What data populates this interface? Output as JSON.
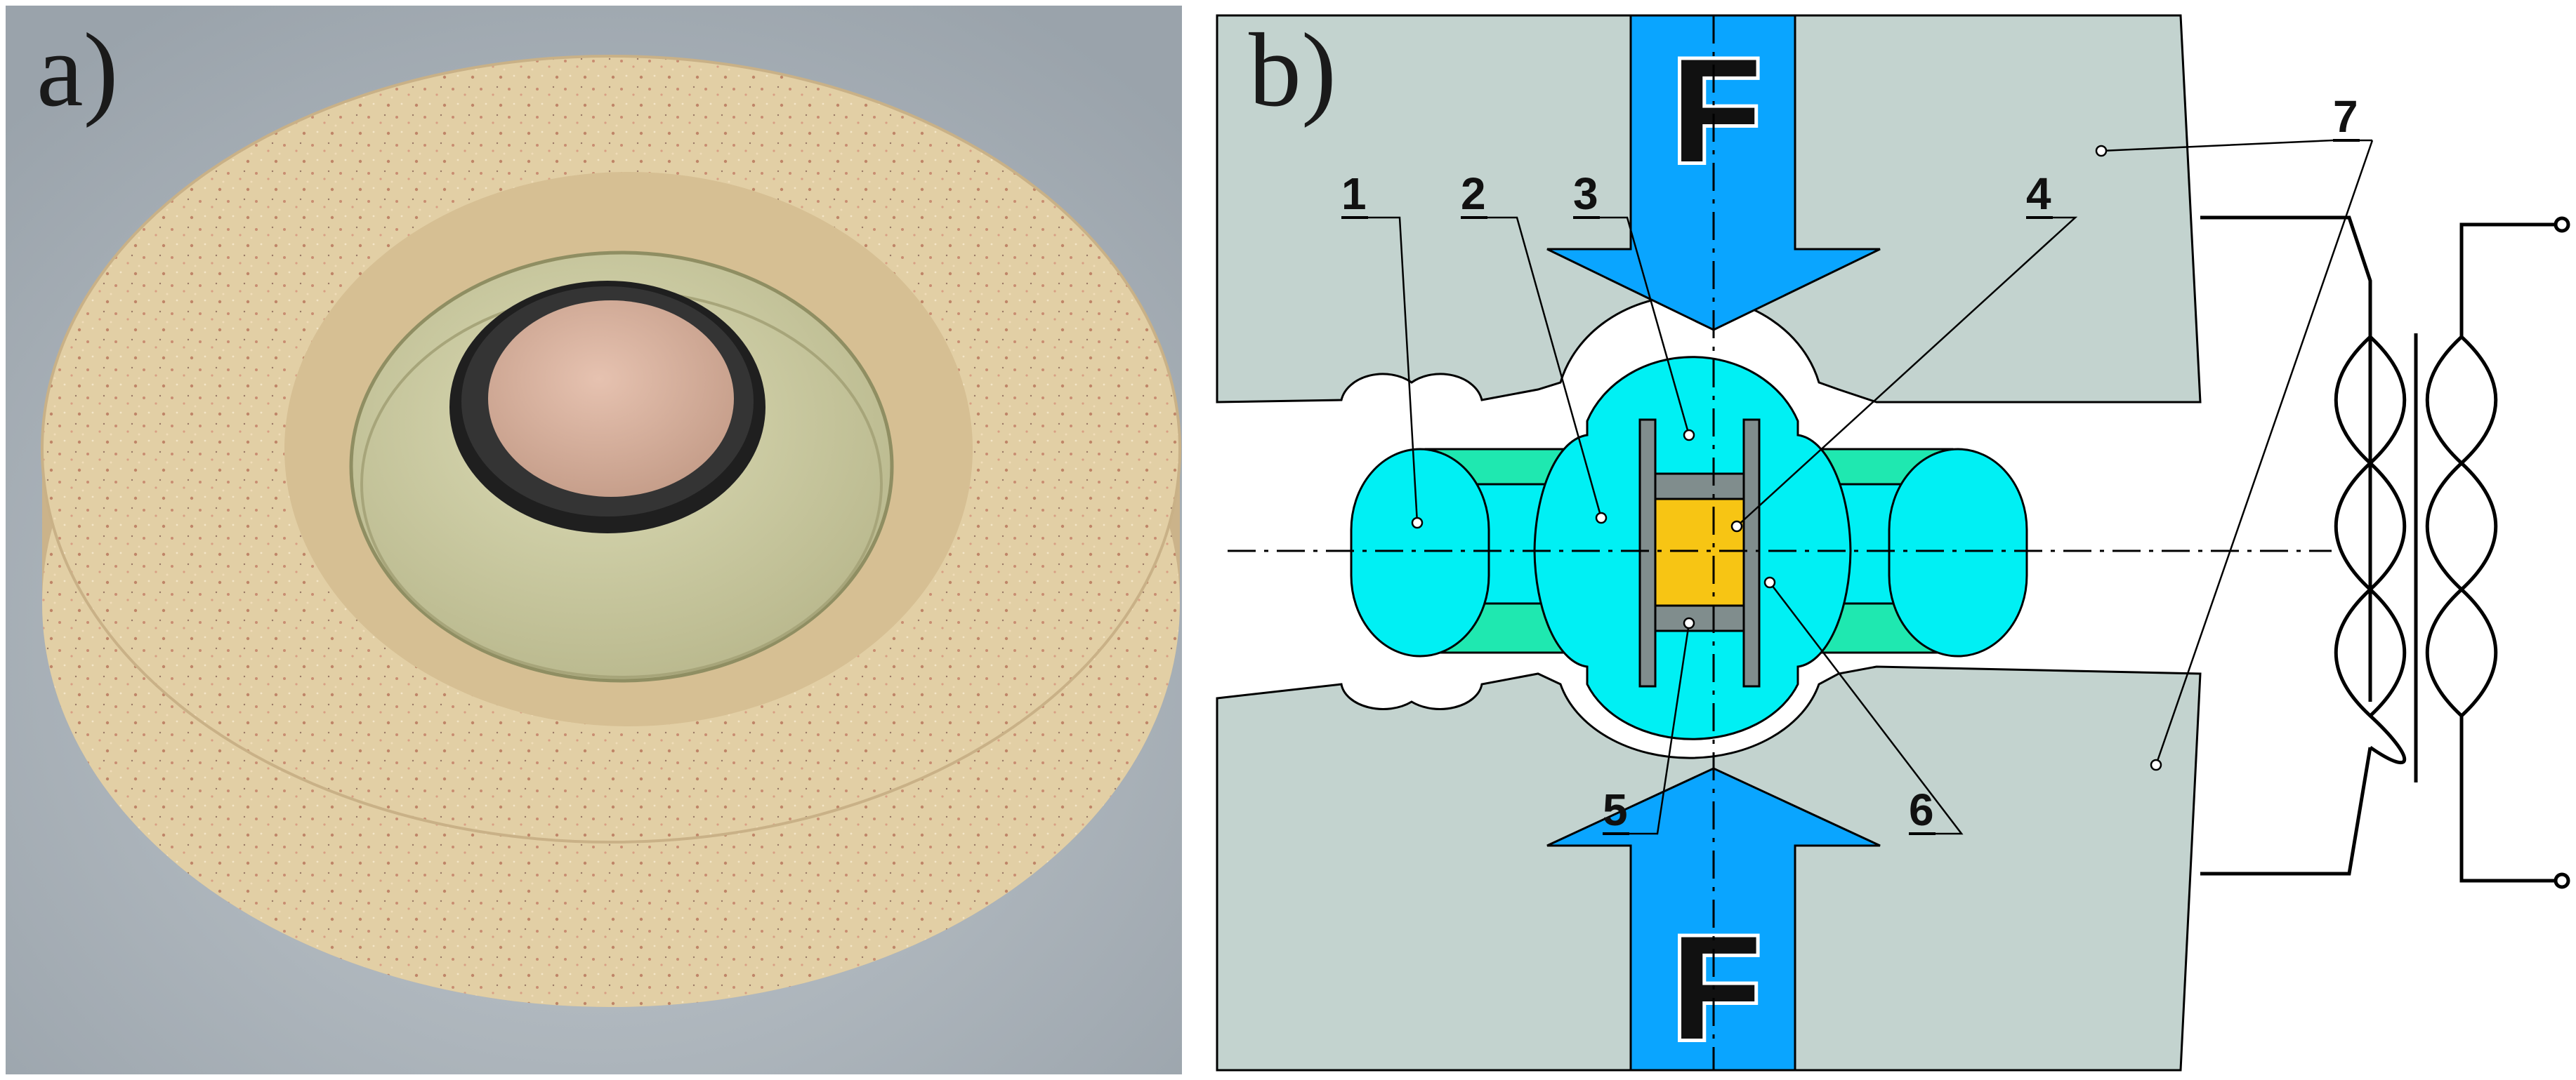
{
  "panels": {
    "a": {
      "label": "a)"
    },
    "b": {
      "label": "b)"
    }
  },
  "force": {
    "top_label": "F",
    "bottom_label": "F"
  },
  "callouts": [
    "1",
    "2",
    "3",
    "4",
    "5",
    "6",
    "7"
  ],
  "colors": {
    "photo_background": "#aeb6bd",
    "refractory_ring": "#e2cfa5",
    "inner_disc": "#d1d0a8",
    "graphite_ring": "#1d1d1d",
    "sample_top": "#d9b3a0",
    "electrode": "#c3d3cf",
    "arrow": "#0aa5ff",
    "die": "#00f0f4",
    "punch_side": "#1fe8b0",
    "spacer": "#808d8d",
    "sample": "#f7c514",
    "line": "#000000"
  }
}
